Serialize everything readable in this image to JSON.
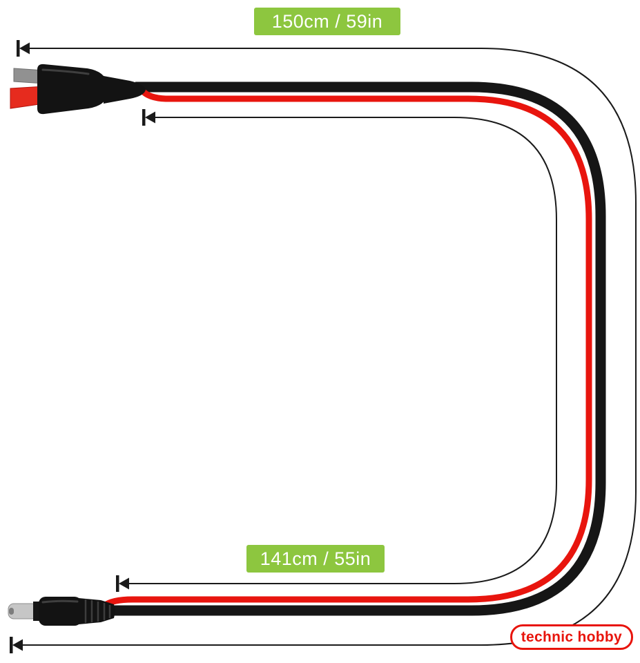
{
  "measurements": {
    "top_cable_length": "150cm / 59in",
    "bottom_cable_length": "141cm / 55in"
  },
  "watermark": {
    "text": "technic hobby"
  },
  "colors": {
    "badge_green": "#8dc63f",
    "badge_text": "#ffffff",
    "cable_red": "#e8150e",
    "cable_black": "#161616",
    "dimension_line": "#1a1a1a",
    "watermark_red": "#e8140c",
    "background": "#ffffff"
  },
  "icons": {
    "dimension_arrow": "◀"
  }
}
